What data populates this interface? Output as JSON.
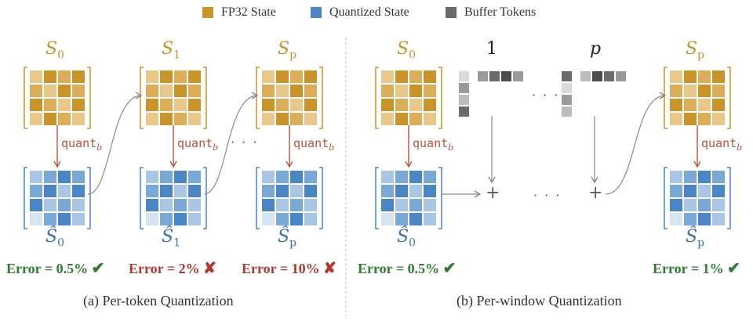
{
  "legend": [
    {
      "label": "FP32 State",
      "color": "#c9952b"
    },
    {
      "label": "Quantized State",
      "color": "#4a86c4"
    },
    {
      "label": "Buffer Tokens",
      "color": "#6b6b6b"
    }
  ],
  "colors": {
    "fp32": "#c9952b",
    "quantized": "#4a86c4",
    "buffer": "#6b6b6b",
    "arrow_red": "#b5533a",
    "error_green": "#2e7d32",
    "error_red": "#b03a2e"
  },
  "panel_a": {
    "caption": "(a) Per-token Quantization",
    "states": [
      {
        "top": "S",
        "top_sub": "0",
        "bottom": "Ŝ",
        "bottom_sub": "0",
        "error": "Error = 0.5%",
        "mark": "✔",
        "ok": true
      },
      {
        "top": "S",
        "top_sub": "1",
        "bottom": "Ŝ",
        "bottom_sub": "1",
        "error": "Error = 2%",
        "mark": "✘",
        "ok": false
      },
      {
        "top": "S",
        "top_sub": "p",
        "bottom": "Ŝ",
        "bottom_sub": "p",
        "error": "Error = 10%",
        "mark": "✘",
        "ok": false
      }
    ],
    "quant_label": "quant",
    "quant_sub": "b",
    "ellipsis": "· · ·"
  },
  "panel_b": {
    "caption": "(b) Per-window Quantization",
    "states": [
      {
        "top": "S",
        "top_sub": "0",
        "bottom": "Ŝ",
        "bottom_sub": "0",
        "error": "Error = 0.5%",
        "mark": "✔",
        "ok": true
      },
      {
        "top": "S",
        "top_sub": "p",
        "bottom": "Ŝ",
        "bottom_sub": "p",
        "error": "Error = 1%",
        "mark": "✔",
        "ok": true
      }
    ],
    "quant_label": "quant",
    "quant_sub": "b",
    "buffer_labels": [
      "1",
      "p"
    ],
    "plus": "+",
    "ellipsis": "· · ·"
  }
}
